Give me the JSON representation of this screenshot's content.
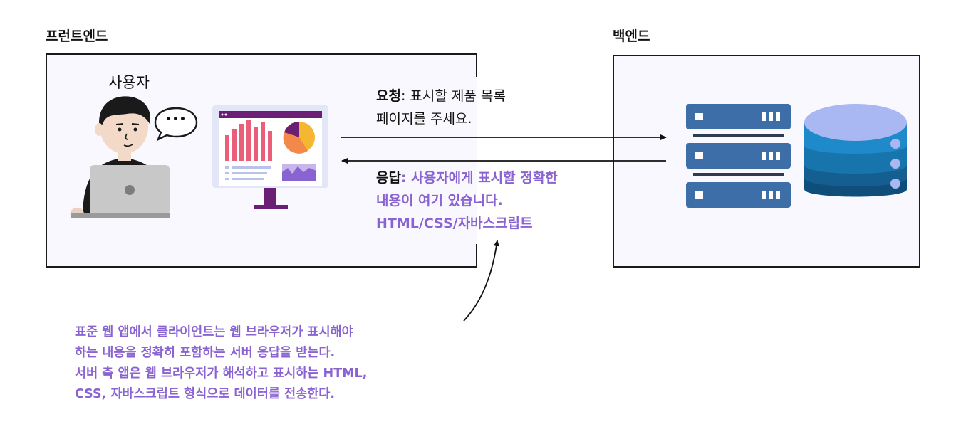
{
  "frontend": {
    "title": "프런트엔드",
    "user_label": "사용자",
    "speech_bubble": "•••"
  },
  "backend": {
    "title": "백엔드"
  },
  "request": {
    "label": "요청",
    "line1": ": 표시할 제품 목록",
    "line2": "페이지를 주세요."
  },
  "response": {
    "label": "응답",
    "line1": ": 사용자에게 표시할 정확한",
    "line2": "내용이 여기 있습니다.",
    "line3": "HTML/CSS/자바스크립트"
  },
  "note": {
    "lines": [
      "표준 웹 앱에서 클라이언트는 웹 브라우저가 표시해야",
      "하는 내용을 정확히 포함하는 서버 응답을 받는다.",
      "서버 측 앱은 웹 브라우저가 해석하고 표시하는 HTML,",
      "CSS, 자바스크립트 형식으로 데이터를 전송한다."
    ]
  },
  "colors": {
    "accent_purple": "#8a63d2",
    "chart_bar": "#ea5e7a",
    "pie_orange": "#f5b731",
    "server_blue": "#3d6ea8",
    "db_blue": "#1f8ac9"
  }
}
